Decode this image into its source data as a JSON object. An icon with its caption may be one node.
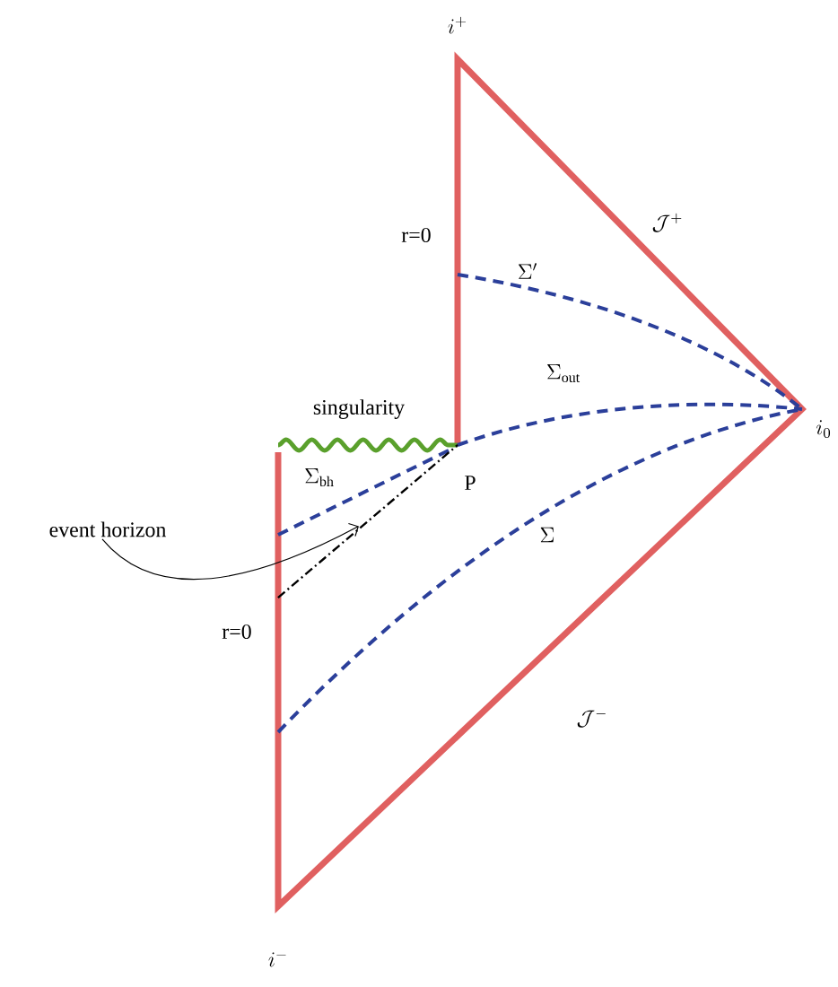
{
  "diagram": {
    "nodes": [
      {
        "text": [
          "event horizon"
        ]
      },
      {
        "text": [],
        "shape": "line"
      }
    ],
    "edges": [
      {
        "from": 0,
        "to": 1,
        "arrow": "to"
      }
    ],
    "labels": [
      "i^{+}",
      "\\mathcal{J}^{+}",
      "r=0",
      "\\Sigma'",
      "\\Sigma_{\\mathrm{out}}",
      "singularity",
      "i_{0}",
      "\\Sigma_{\\mathrm{bh}}",
      "P",
      "\\Sigma",
      "r=0",
      "\\mathcal{J}^{-}",
      "i^{-}"
    ]
  }
}
